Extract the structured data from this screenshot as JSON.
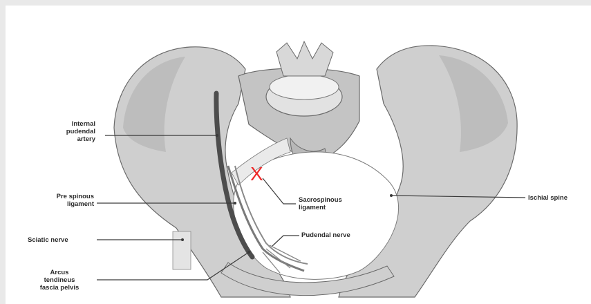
{
  "labels": {
    "internal_pudendal_artery": [
      "Internal",
      "pudendal",
      "artery"
    ],
    "pre_spinous_ligament": [
      "Pre spinous",
      "ligament"
    ],
    "sciatic_nerve": "Sciatic nerve",
    "arcus_tendineus": [
      "Arcus",
      "tendineus",
      "fascia pelvis"
    ],
    "sacrospinous_ligament": [
      "Sacrospinous",
      "ligament"
    ],
    "pudendal_nerve": "Pudendal nerve",
    "ischial_spine": "Ischial spine"
  },
  "marker": {
    "text": "X",
    "color": "#ee2b2b"
  },
  "colors": {
    "background": "#e9e9e9",
    "bone_fill": "#cfcfcf",
    "bone_shade": "#a8a8a8",
    "outline": "#6a6a6a",
    "leader": "#3a3a3a",
    "nerve": "#7a7a7a"
  }
}
